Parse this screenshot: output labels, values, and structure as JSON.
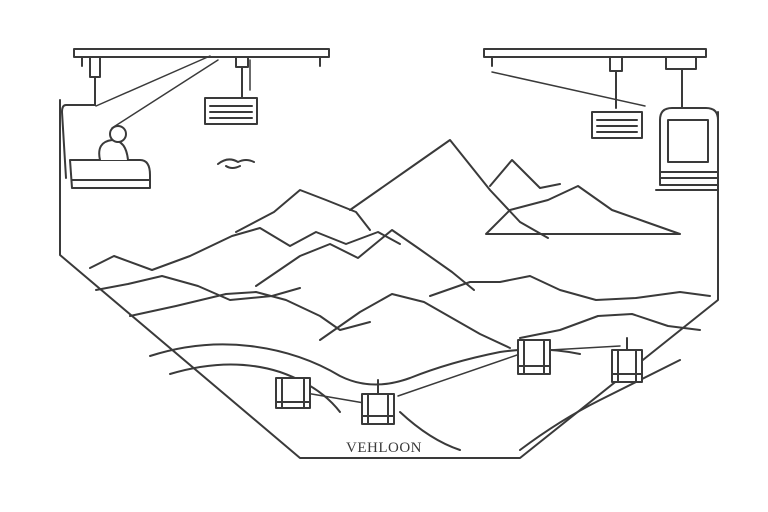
{
  "caption": {
    "text": "VEHLOON"
  },
  "colors": {
    "ink": "#3a3a3a",
    "paper": "#ffffff"
  },
  "illustration": {
    "subject": "mountain-range-with-chairlifts",
    "style": "line-art"
  }
}
